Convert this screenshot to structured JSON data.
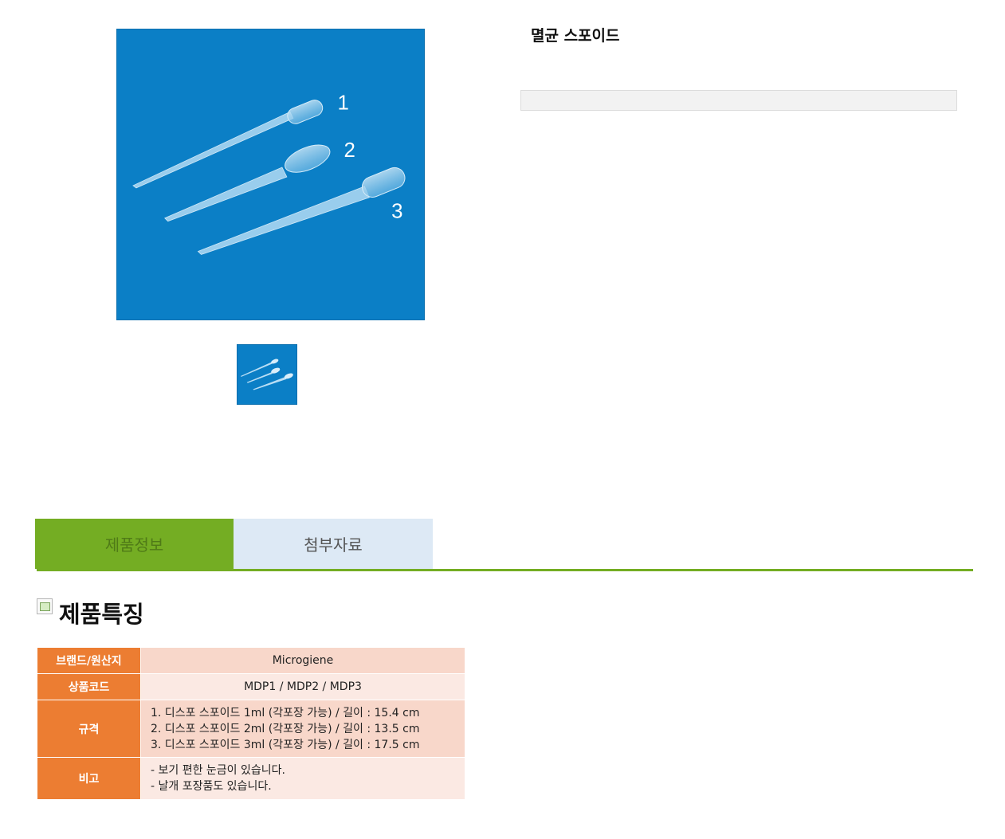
{
  "product": {
    "title": "멸균 스포이드",
    "image_labels": [
      "1",
      "2",
      "3"
    ]
  },
  "tabs": [
    {
      "label": "제품정보",
      "active": true
    },
    {
      "label": "첨부자료",
      "active": false
    }
  ],
  "section": {
    "heading": "제품특징"
  },
  "spec_table": {
    "rows": [
      {
        "label": "브랜드/원산지",
        "lines": [
          "Microgiene"
        ]
      },
      {
        "label": "상품코드",
        "lines": [
          "MDP1 / MDP2 / MDP3"
        ]
      },
      {
        "label": "규격",
        "lines": [
          "1. 디스포 스포이드 1ml (각포장 가능) / 길이 : 15.4 cm",
          "2. 디스포 스포이드 2ml (각포장 가능) / 길이 : 13.5 cm",
          "3. 디스포 스포이드 3ml (각포장 가능) / 길이 : 17.5 cm"
        ]
      },
      {
        "label": "비고",
        "lines": [
          "- 보기 편한 눈금이 있습니다.",
          "- 날개 포장품도 있습니다."
        ]
      }
    ]
  },
  "colors": {
    "image_bg": "#0b7fc6",
    "tab_active": "#74ad23",
    "tab_inactive": "#dde9f5",
    "table_label": "#ec7d32",
    "table_row_dark": "#f8d7ca",
    "table_row_light": "#fbe9e3"
  }
}
